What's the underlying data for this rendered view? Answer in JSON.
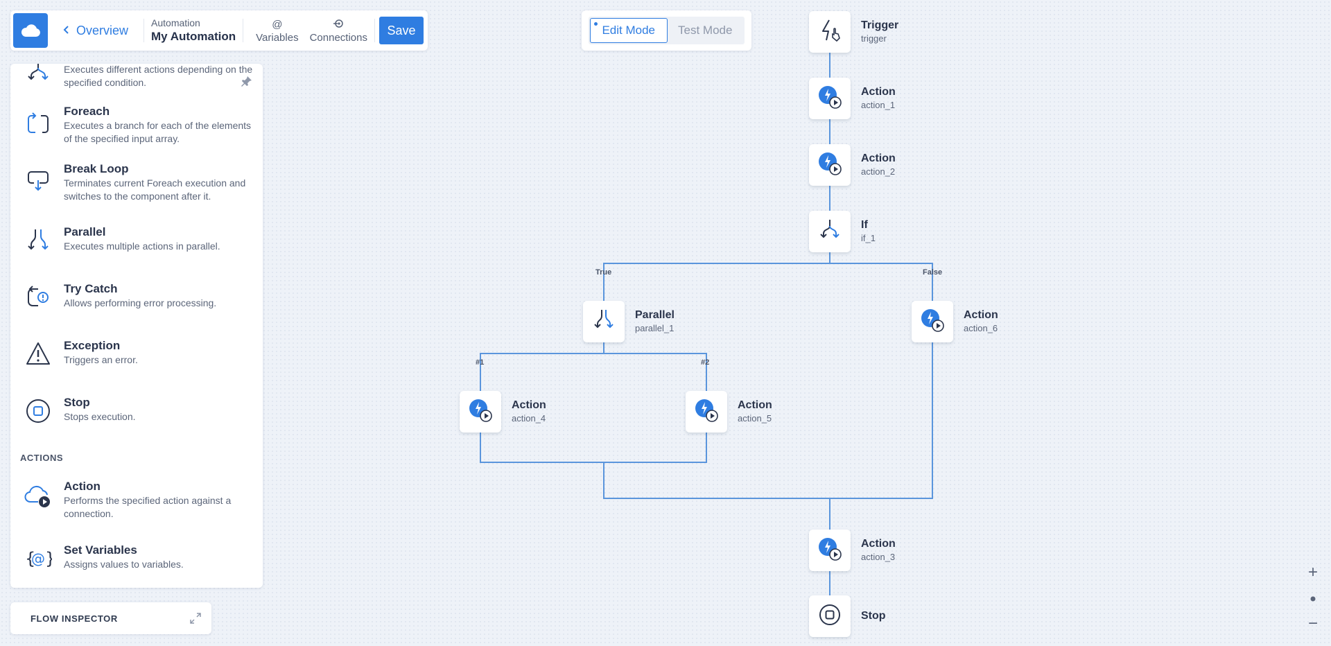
{
  "topbar": {
    "back_label": "Overview",
    "breadcrumb_parent": "Automation",
    "breadcrumb_current": "My Automation",
    "variables_icon": "@",
    "variables_label": "Variables",
    "connections_label": "Connections",
    "save_label": "Save"
  },
  "modes": {
    "edit": "Edit Mode",
    "test": "Test Mode",
    "active": "edit"
  },
  "palette": {
    "if_desc": "Executes different actions depending on the specified condition.",
    "foreach": {
      "title": "Foreach",
      "desc": "Executes a branch for each of the elements of the specified input array."
    },
    "break_loop": {
      "title": "Break Loop",
      "desc": "Terminates current Foreach execution and switches to the component after it."
    },
    "parallel": {
      "title": "Parallel",
      "desc": "Executes multiple actions in parallel."
    },
    "try_catch": {
      "title": "Try Catch",
      "desc": "Allows performing error processing."
    },
    "exception": {
      "title": "Exception",
      "desc": "Triggers an error."
    },
    "stop": {
      "title": "Stop",
      "desc": "Stops execution."
    },
    "actions_section": "ACTIONS",
    "action": {
      "title": "Action",
      "desc": "Performs the specified action against a connection."
    },
    "set_variables": {
      "title": "Set Variables",
      "desc": "Assigns values to variables."
    }
  },
  "inspector": {
    "label": "FLOW INSPECTOR"
  },
  "flow": {
    "trigger": {
      "title": "Trigger",
      "sub": "trigger"
    },
    "action_1": {
      "title": "Action",
      "sub": "action_1"
    },
    "action_2": {
      "title": "Action",
      "sub": "action_2"
    },
    "if_1": {
      "title": "If",
      "sub": "if_1"
    },
    "true_label": "True",
    "false_label": "False",
    "parallel_1": {
      "title": "Parallel",
      "sub": "parallel_1"
    },
    "branch_1": "#1",
    "branch_2": "#2",
    "action_4": {
      "title": "Action",
      "sub": "action_4"
    },
    "action_5": {
      "title": "Action",
      "sub": "action_5"
    },
    "action_6": {
      "title": "Action",
      "sub": "action_6"
    },
    "action_3": {
      "title": "Action",
      "sub": "action_3"
    },
    "stop": {
      "title": "Stop"
    }
  },
  "zoom": {
    "in": "+",
    "out": "−"
  },
  "colors": {
    "accent": "#2f7de1",
    "line": "#5a95dc",
    "dark": "#2b354c"
  }
}
